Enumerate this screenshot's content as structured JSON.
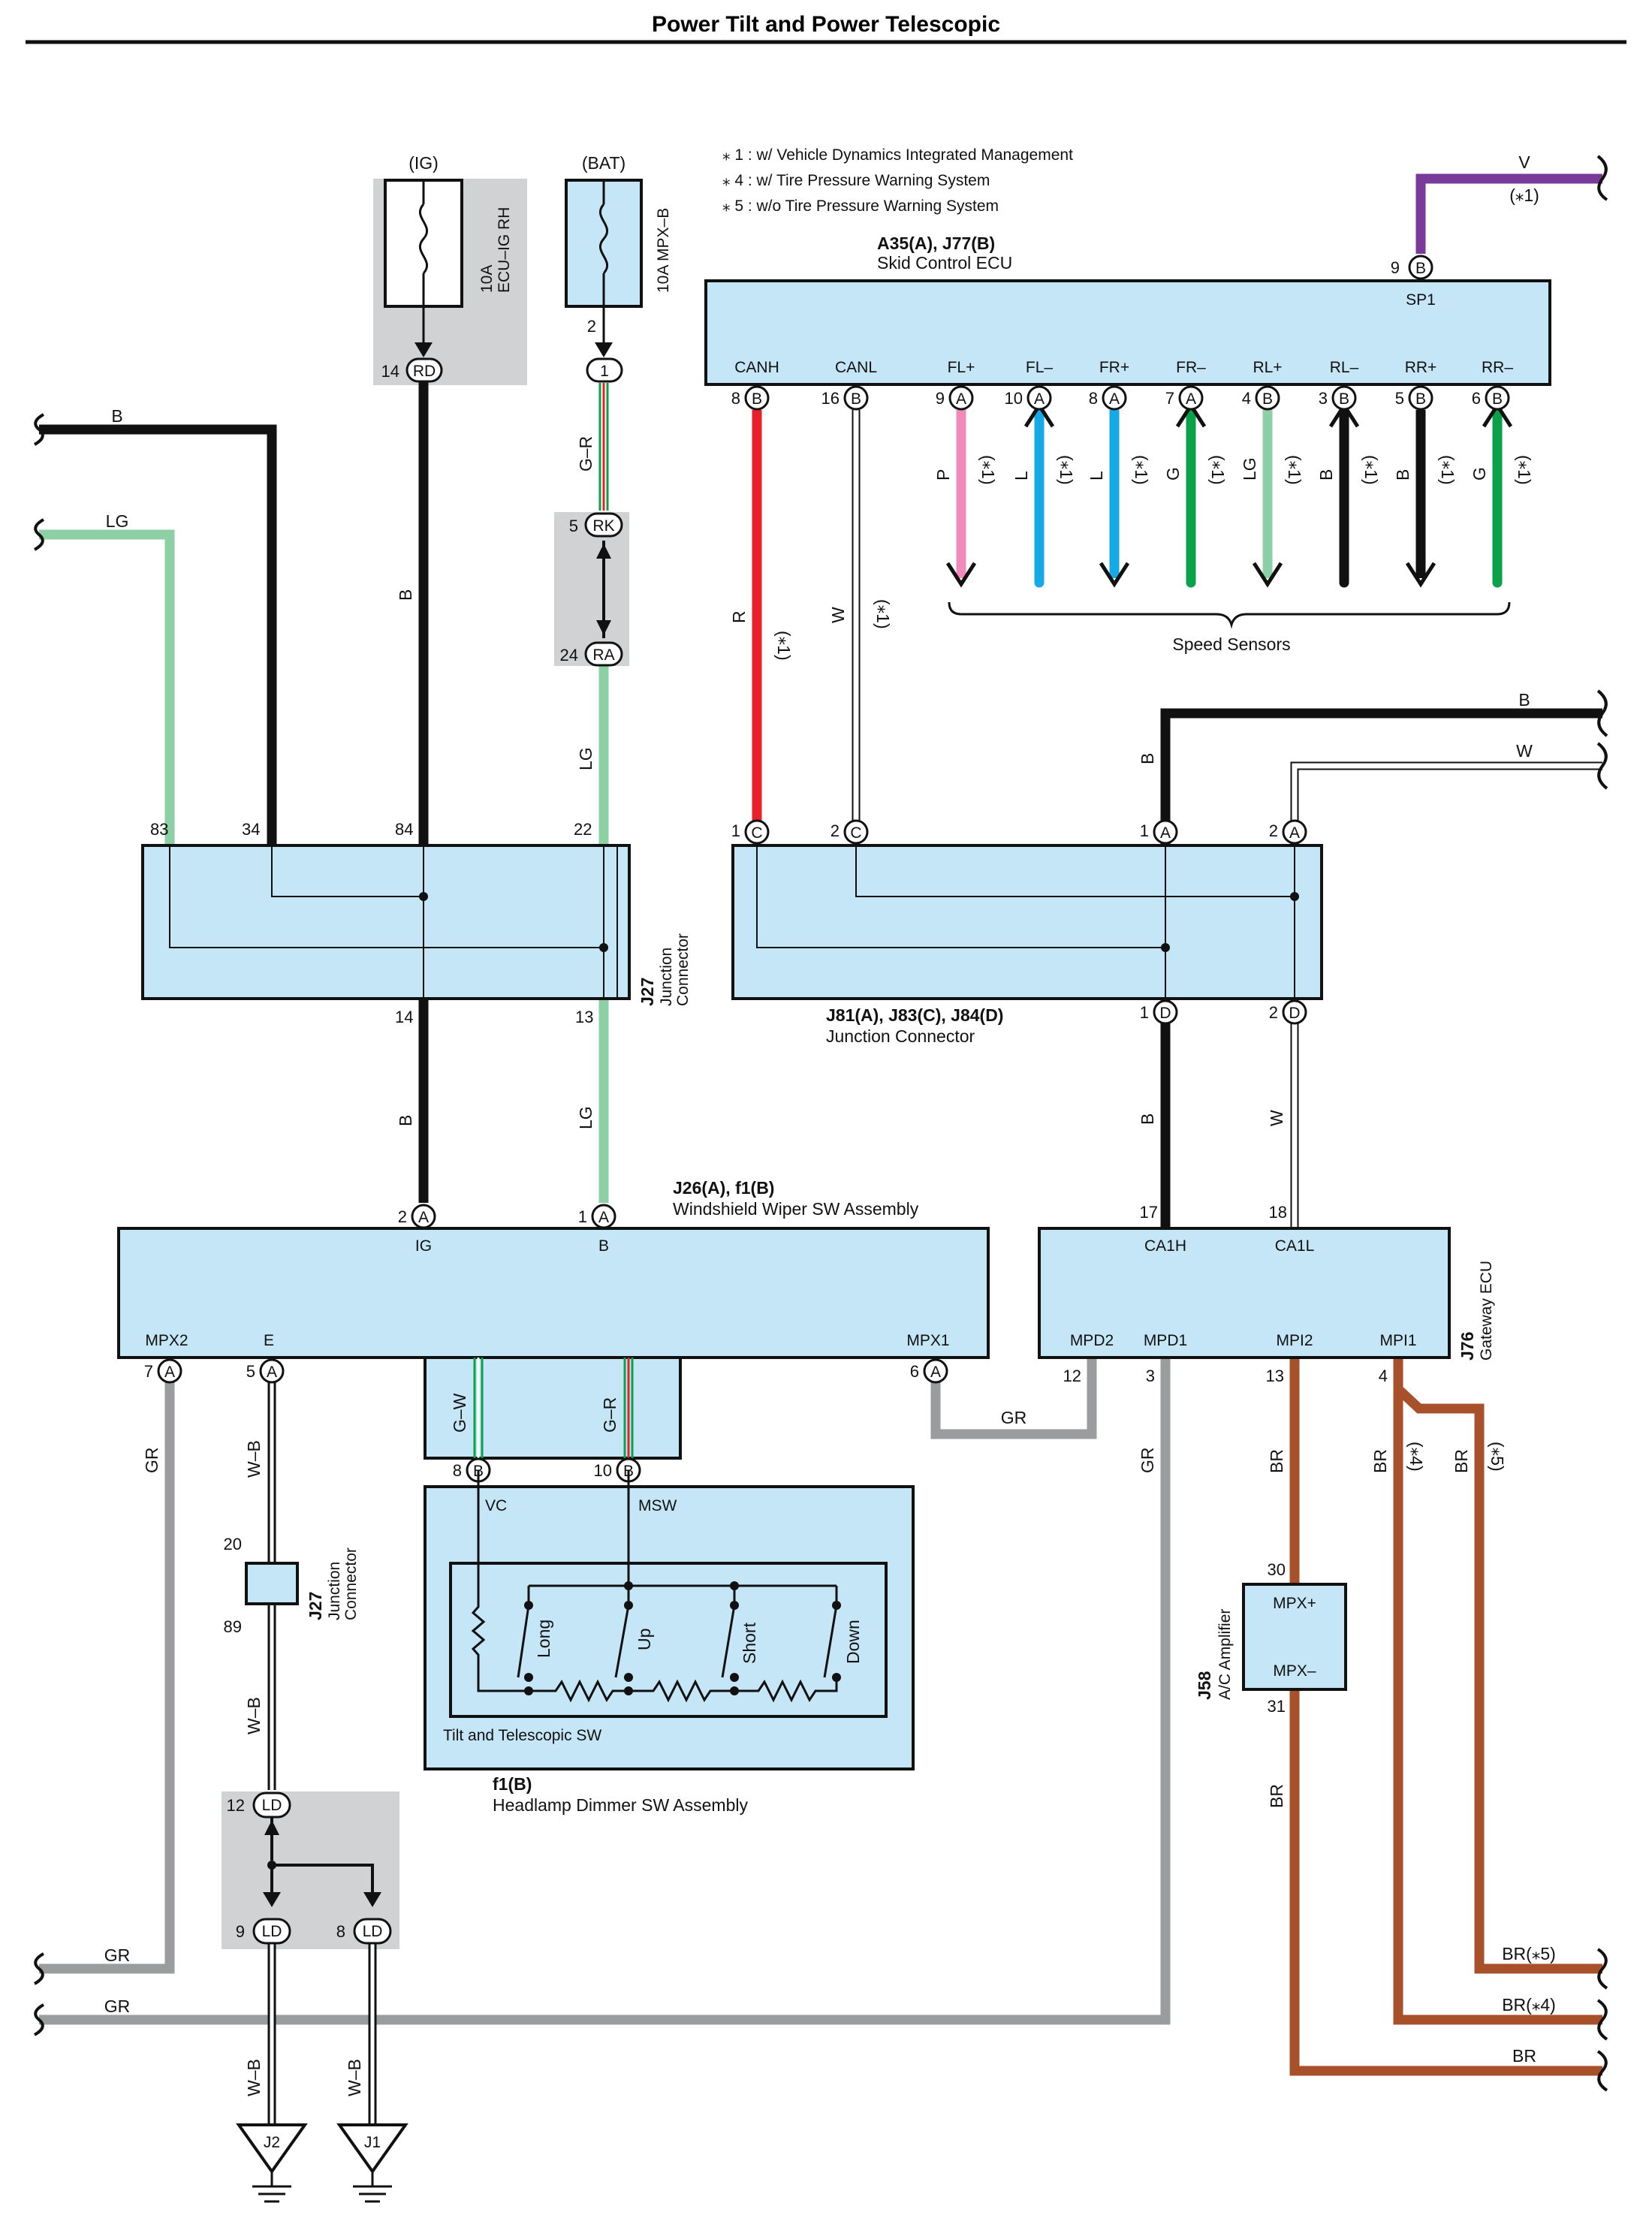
{
  "title": "Power Tilt and Power Telescopic",
  "notes": [
    "⁎ 1 : w/ Vehicle Dynamics Integrated Management",
    "⁎ 4 : w/ Tire Pressure Warning System",
    "⁎ 5 : w/o Tire Pressure Warning System"
  ],
  "colors": {
    "box_fill": "#c5e6f6",
    "gray_area": "#d1d2d4",
    "wire_B": "#111111",
    "wire_LG": "#8dd0a6",
    "wire_R": "#e8202a",
    "wire_P": "#f08bb9",
    "wire_L": "#15a9e6",
    "wire_G": "#0aa14b",
    "wire_V": "#7a3a9a",
    "wire_GR": "#9a9c9e",
    "wire_BR": "#a8502a"
  },
  "fuses": {
    "ig": {
      "supply": "(IG)",
      "name": "10A\nECU–IG RH",
      "line1": "10A",
      "line2": "ECU–IG RH"
    },
    "bat": {
      "supply": "(BAT)",
      "name": "10A MPX–B"
    }
  },
  "skid_ecu": {
    "title": "A35(A), J77(B)",
    "name": "Skid Control ECU",
    "sp1": {
      "terminal": "SP1",
      "pin": "9",
      "conn": "B"
    },
    "terminals": [
      {
        "name": "CANH",
        "pin": "8",
        "conn": "B"
      },
      {
        "name": "CANL",
        "pin": "16",
        "conn": "B"
      },
      {
        "name": "FL+",
        "pin": "9",
        "conn": "A"
      },
      {
        "name": "FL–",
        "pin": "10",
        "conn": "A"
      },
      {
        "name": "FR+",
        "pin": "8",
        "conn": "A"
      },
      {
        "name": "FR–",
        "pin": "7",
        "conn": "A"
      },
      {
        "name": "RL+",
        "pin": "4",
        "conn": "B"
      },
      {
        "name": "RL–",
        "pin": "3",
        "conn": "B"
      },
      {
        "name": "RR+",
        "pin": "5",
        "conn": "B"
      },
      {
        "name": "RR–",
        "pin": "6",
        "conn": "B"
      }
    ],
    "speed_wires": [
      {
        "color": "P",
        "note": "(⁎1)"
      },
      {
        "color": "L",
        "note": "(⁎1)"
      },
      {
        "color": "L",
        "note": "(⁎1)"
      },
      {
        "color": "G",
        "note": "(⁎1)"
      },
      {
        "color": "LG",
        "note": "(⁎1)"
      },
      {
        "color": "B",
        "note": "(⁎1)"
      },
      {
        "color": "B",
        "note": "(⁎1)"
      },
      {
        "color": "G",
        "note": "(⁎1)"
      }
    ],
    "speed_sensors": "Speed Sensors",
    "v_wire": {
      "color": "V",
      "note": "(⁎1)"
    },
    "canh_wire": {
      "color": "R",
      "note": "(⁎1)"
    },
    "canl_wire": {
      "color": "W",
      "note": "(⁎1)"
    }
  },
  "j27_top": {
    "code": "J27",
    "name": "Junction\nConnector",
    "name1": "Junction",
    "name2": "Connector",
    "pins_top": [
      "83",
      "34",
      "84",
      "22"
    ],
    "pins_bottom": [
      "14",
      "13"
    ]
  },
  "j81": {
    "title": "J81(A), J83(C), J84(D)",
    "name": "Junction Connector",
    "pins_top": [
      {
        "pin": "1",
        "conn": "C"
      },
      {
        "pin": "2",
        "conn": "C"
      },
      {
        "pin": "1",
        "conn": "A"
      },
      {
        "pin": "2",
        "conn": "A"
      }
    ],
    "pins_bottom": [
      {
        "pin": "1",
        "conn": "D"
      },
      {
        "pin": "2",
        "conn": "D"
      }
    ]
  },
  "wiper_sw": {
    "title": "J26(A), f1(B)",
    "name": "Windshield Wiper SW Assembly",
    "top_pins": [
      {
        "pin": "2",
        "conn": "A",
        "name": "IG"
      },
      {
        "pin": "1",
        "conn": "A",
        "name": "B"
      }
    ],
    "bottom_terms": [
      {
        "name": "MPX2",
        "pin": "7",
        "conn": "A"
      },
      {
        "name": "E",
        "pin": "5",
        "conn": "A"
      },
      {
        "name": "MPX1",
        "pin": "6",
        "conn": "A"
      }
    ],
    "inner_wires": [
      "G–W",
      "G–R"
    ],
    "inner_pins": [
      {
        "pin": "8",
        "conn": "B"
      },
      {
        "pin": "10",
        "conn": "B"
      }
    ]
  },
  "headlamp_sw": {
    "title": "f1(B)",
    "name": "Headlamp Dimmer SW Assembly",
    "vc": "VC",
    "msw": "MSW",
    "switches": [
      "Long",
      "Up",
      "Short",
      "Down"
    ],
    "inner": "Tilt and Telescopic SW"
  },
  "gateway_ecu": {
    "code": "J76",
    "name": "Gateway ECU",
    "top_terms": [
      {
        "name": "CA1H",
        "pin": "17"
      },
      {
        "name": "CA1L",
        "pin": "18"
      }
    ],
    "bottom_terms": [
      {
        "name": "MPD2",
        "pin": "12"
      },
      {
        "name": "MPD1",
        "pin": "3"
      },
      {
        "name": "MPI2",
        "pin": "13"
      },
      {
        "name": "MPI1",
        "pin": "4"
      }
    ]
  },
  "ac_amp": {
    "code": "J58",
    "name": "A/C Amplifier",
    "terms": [
      {
        "name": "MPX+",
        "pin": "30"
      },
      {
        "name": "MPX–",
        "pin": "31"
      }
    ]
  },
  "j27_small": {
    "code": "J27",
    "name": "Junction\nConnector",
    "name1": "Junction",
    "name2": "Connector",
    "pins": [
      "20",
      "89"
    ]
  },
  "ld_connectors": [
    {
      "pin": "12",
      "label": "LD"
    },
    {
      "pin": "9",
      "label": "LD"
    },
    {
      "pin": "8",
      "label": "LD"
    }
  ],
  "rk_ra": [
    {
      "pin": "5",
      "label": "RK"
    },
    {
      "pin": "24",
      "label": "RA"
    }
  ],
  "rd": {
    "pin": "14",
    "label": "RD"
  },
  "bat_conn": {
    "pin": "2",
    "label": "1"
  },
  "grounds": [
    "J2",
    "J1"
  ],
  "wire_labels": {
    "B": "B",
    "LG": "LG",
    "GR": "GR",
    "W": "W",
    "WB": "W–B",
    "GR_top": "G–R",
    "BR": "BR",
    "BR4": "BR(⁎4)",
    "BR5": "BR(⁎5)",
    "note4": "(⁎4)",
    "note5": "(⁎5)"
  }
}
